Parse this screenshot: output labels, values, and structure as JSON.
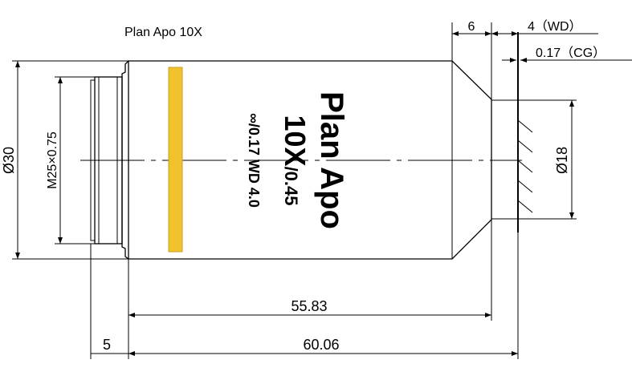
{
  "title": "Plan Apo 10X",
  "engraving": {
    "line1": "Plan Apo",
    "line2_mag": "10X",
    "line2_na": "/0.45",
    "line3": "∞/0.17 WD 4.0"
  },
  "dimensions": {
    "outer_diameter": "Ø30",
    "thread": "M25×0.75",
    "front_diameter": "Ø18",
    "taper_length": "6",
    "working_distance": "4（WD）",
    "cover_glass": "0.17（CG）",
    "body_length": "55.83",
    "total_length": "60.06",
    "thread_length": "5"
  },
  "colors": {
    "band": "#F2C12E",
    "band_edge": "#C9A020"
  }
}
